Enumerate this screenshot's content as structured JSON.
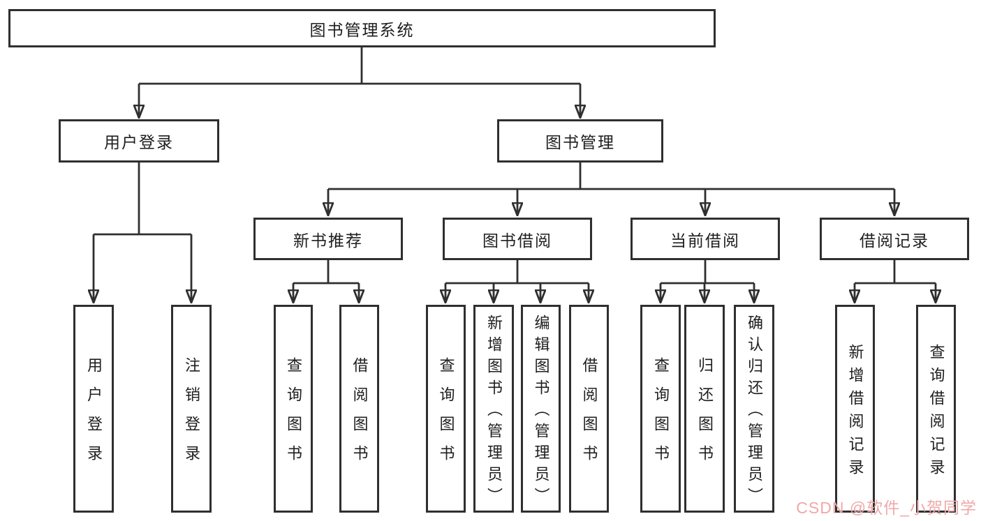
{
  "tree": {
    "root": "图书管理系统",
    "login": {
      "label": "用户登录",
      "children": [
        "用户登录",
        "注销登录"
      ]
    },
    "mgmt": {
      "label": "图书管理",
      "sections": [
        {
          "label": "新书推荐",
          "children": [
            "查询图书",
            "借阅图书"
          ]
        },
        {
          "label": "图书借阅",
          "children": [
            "查询图书",
            "新增图书（管理员）",
            "编辑图书（管理员）",
            "借阅图书"
          ]
        },
        {
          "label": "当前借阅",
          "children": [
            "查询图书",
            "归还图书",
            "确认归还（管理员）"
          ]
        },
        {
          "label": "借阅记录",
          "children": [
            "新增借阅记录",
            "查询借阅记录"
          ]
        }
      ]
    }
  },
  "watermark": {
    "text": "CSDN @软件_小贺同学",
    "color": "#f0a8a8"
  },
  "colors": {
    "line": "#2f2f2f",
    "text": "#1e1e1e",
    "background": "#ffffff"
  }
}
